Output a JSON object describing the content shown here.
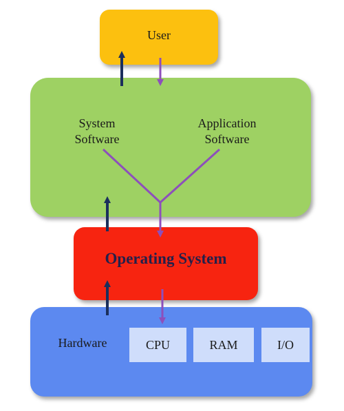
{
  "colors": {
    "user_box": "#fcc00f",
    "software_box": "#9ed163",
    "os_box": "#f72410",
    "hardware_box": "#5c89f0",
    "component_box": "#cfddfb",
    "up_arrow": "#1b2f5c",
    "down_arrow": "#8d4fbb"
  },
  "user": {
    "label": "User"
  },
  "software": {
    "system_label": "System\nSoftware",
    "application_label": "Application\nSoftware"
  },
  "os": {
    "label": "Operating System"
  },
  "hardware": {
    "label": "Hardware",
    "components": [
      "CPU",
      "RAM",
      "I/O"
    ]
  }
}
